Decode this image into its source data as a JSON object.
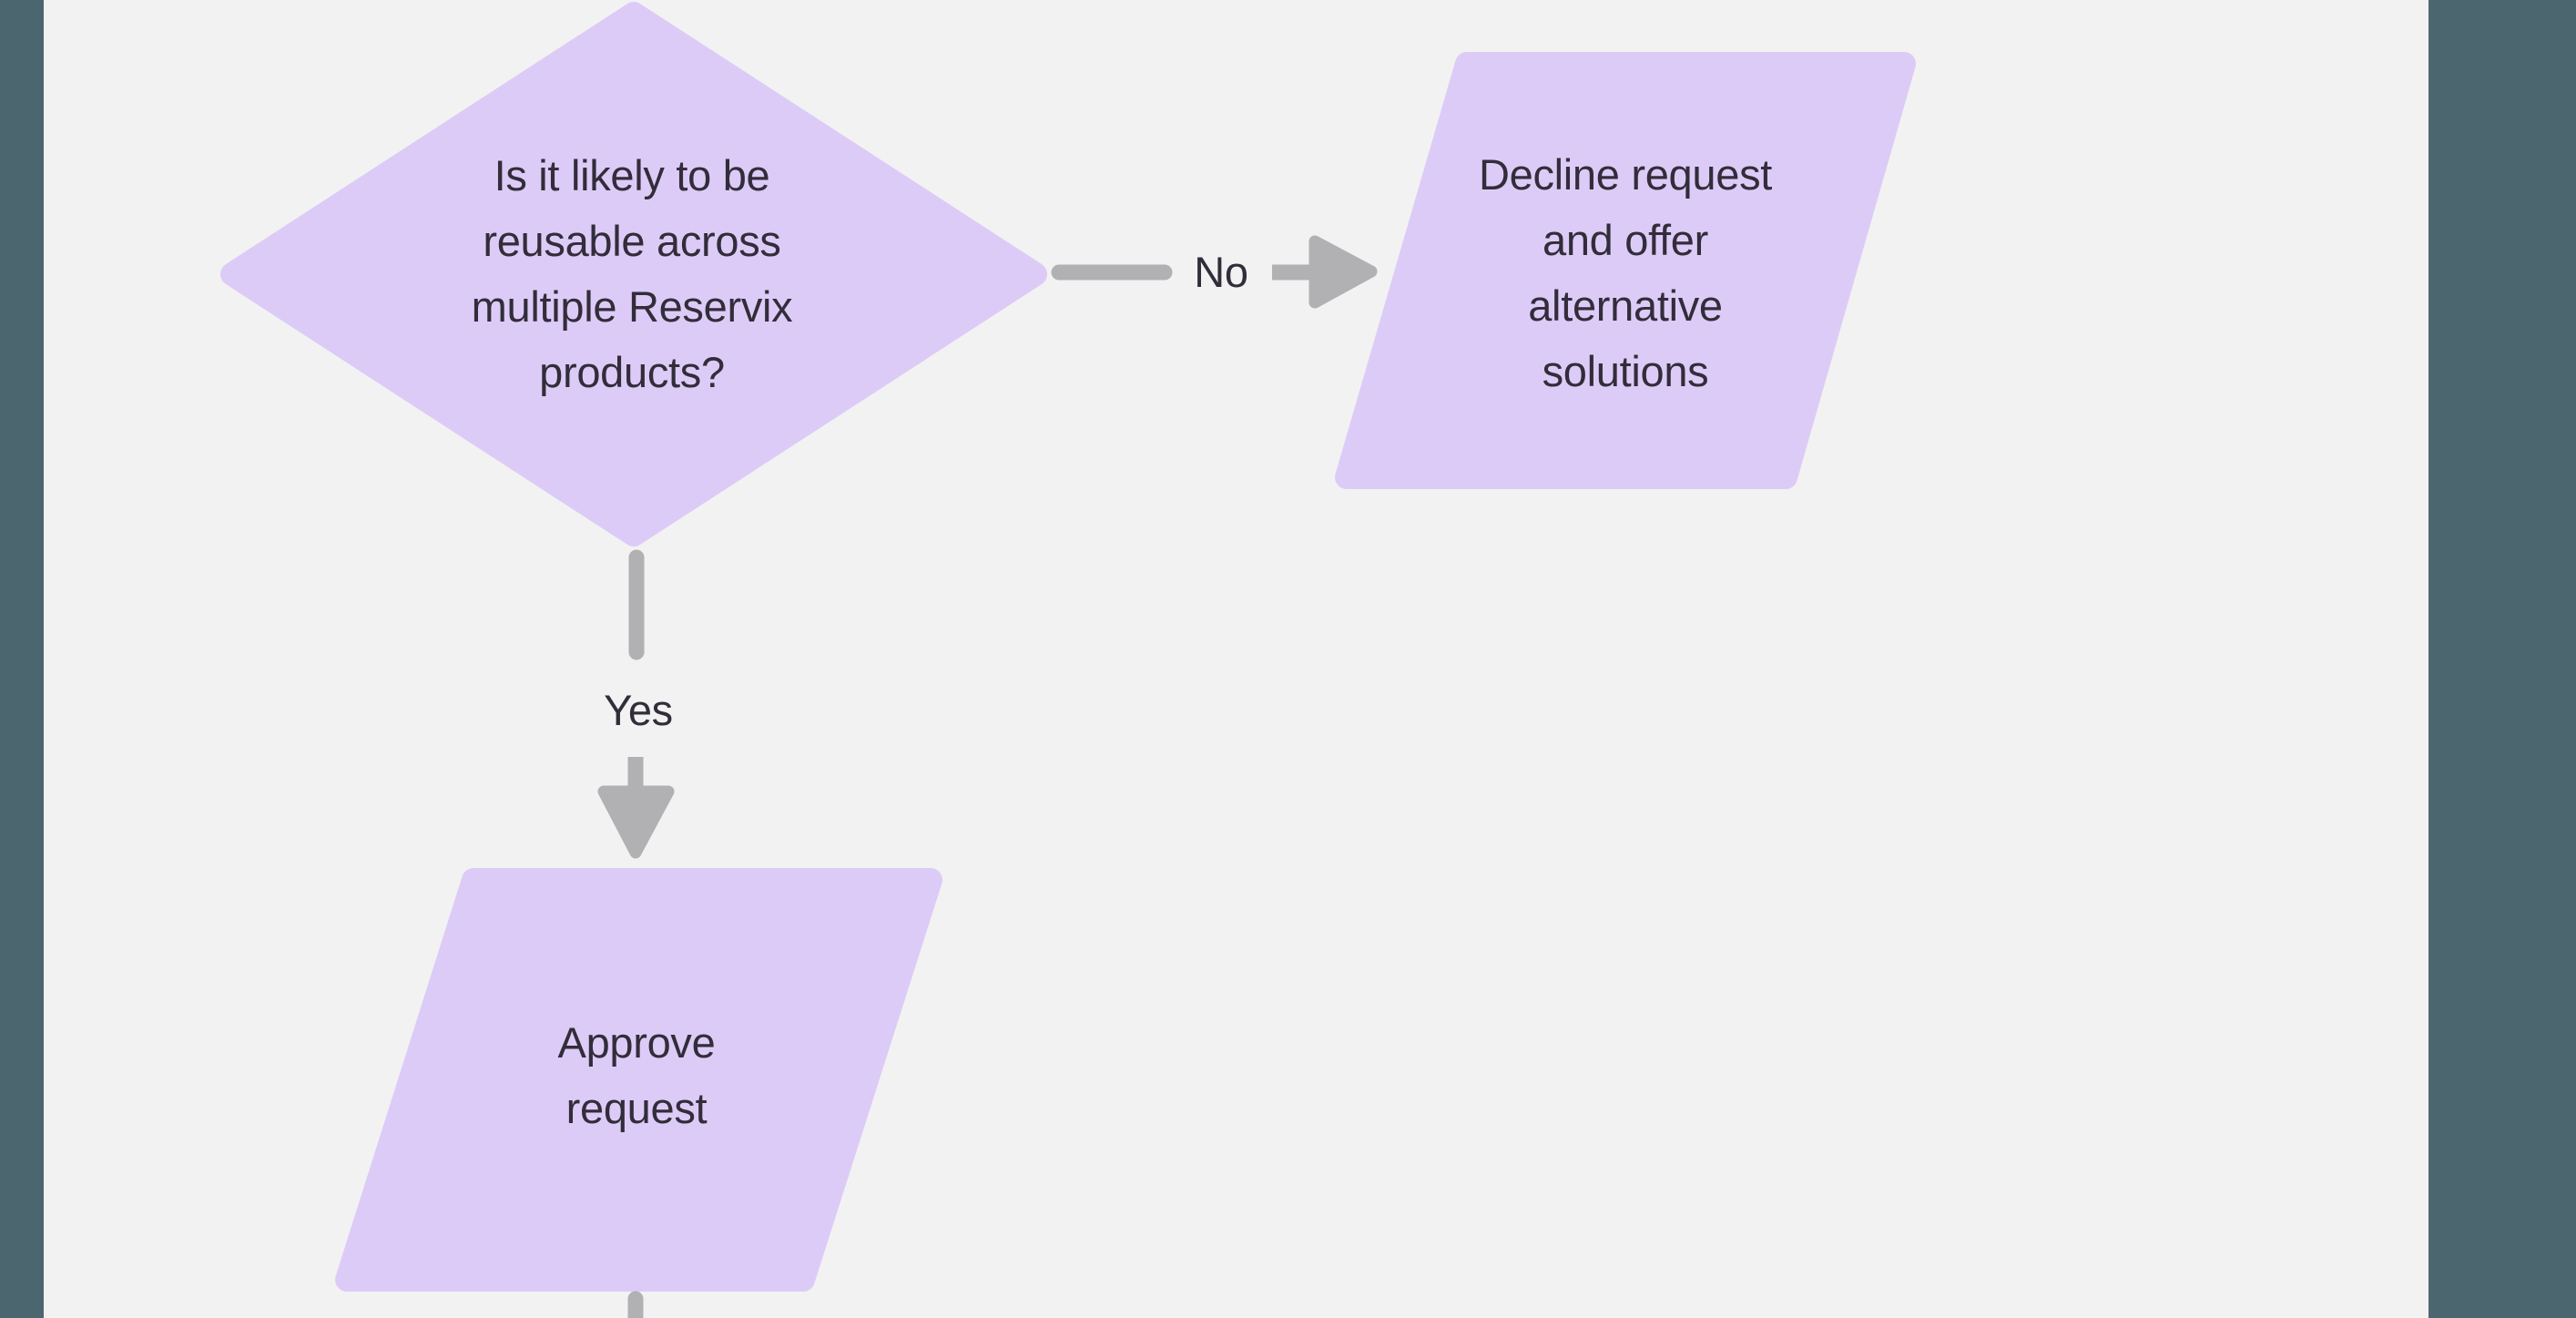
{
  "theme": {
    "background": "#f2f2f2",
    "side_rail": "#4c6670",
    "node_fill": "#ddcbf7",
    "connector": "#b1b0b3",
    "text": "#322d3a"
  },
  "flowchart": {
    "decision_node": {
      "shape": "diamond",
      "lines": [
        "Is it likely to be",
        "reusable across",
        "multiple Reservix",
        "products?"
      ]
    },
    "no_edge": {
      "label": "No"
    },
    "yes_edge": {
      "label": "Yes"
    },
    "decline_node": {
      "shape": "parallelogram",
      "lines": [
        "Decline request",
        "and offer",
        "alternative",
        "solutions"
      ]
    },
    "approve_node": {
      "shape": "parallelogram",
      "lines": [
        "Approve",
        "request"
      ]
    }
  }
}
